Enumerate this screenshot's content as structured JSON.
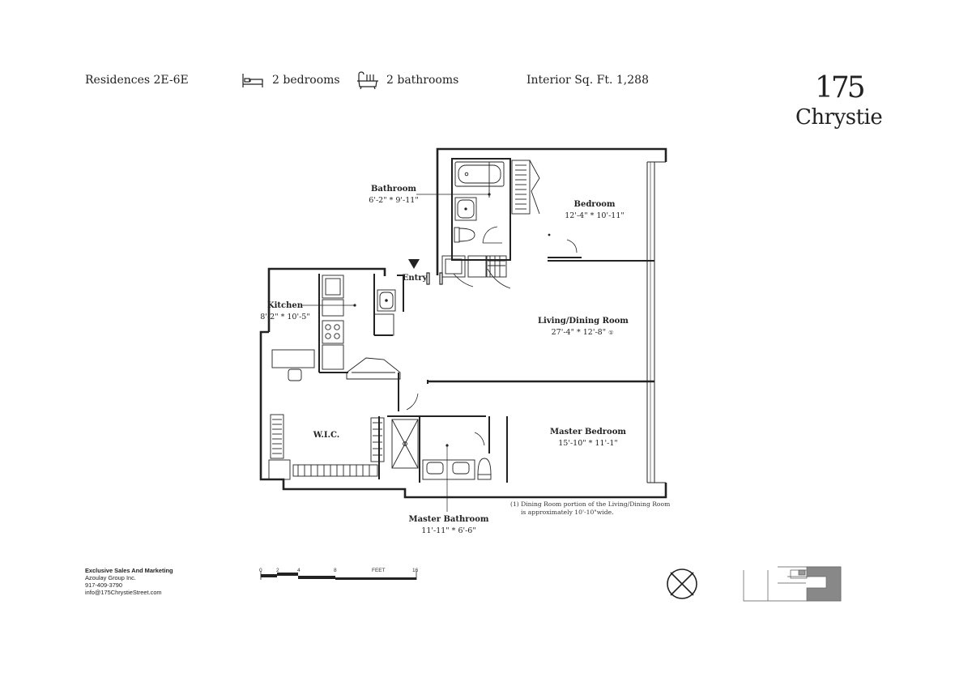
{
  "header": {
    "residences": "Residences 2E-6E",
    "bedrooms": "2 bedrooms",
    "bathrooms": "2 bathrooms",
    "interior": "Interior Sq. Ft.  1,288",
    "bed_icon": "bed-icon",
    "bath_icon": "bathtub-icon"
  },
  "logo": {
    "number": "175",
    "name": "Chrystie"
  },
  "rooms": {
    "bathroom": {
      "name": "Bathroom",
      "dims": "6'-2\" * 9'-11\""
    },
    "bedroom": {
      "name": "Bedroom",
      "dims": "12'-4\" * 10'-11\""
    },
    "entry": {
      "name": "Entry"
    },
    "kitchen": {
      "name": "Kitchen",
      "dims": "8'-2\" * 10'-5\""
    },
    "living": {
      "name": "Living/Dining Room",
      "dims": "27'-4\" * 12'-8\"",
      "mark": "①"
    },
    "wic": {
      "name": "W.I.C."
    },
    "master_bedroom": {
      "name": "Master Bedroom",
      "dims": "15'-10\" * 11'-1\""
    },
    "master_bathroom": {
      "name": "Master Bathroom",
      "dims": "11'-11\" * 6'-6\""
    }
  },
  "footnote": {
    "line1": "(1)  Dining Room portion of the Living/Dining Room",
    "line2": "is approximately 10'-10\"wide."
  },
  "contact": {
    "title": "Exclusive Sales And Marketing",
    "company": "Azoulay Group Inc.",
    "phone": "917-409-3790",
    "email": "info@175ChrystieStreet.com"
  },
  "scale": {
    "ticks": [
      "0",
      "2",
      "4",
      "8"
    ],
    "unit": "FEET",
    "max": "16"
  },
  "compass_icon": "north-compass-icon",
  "keyplan_icon": "key-plan-icon",
  "colors": {
    "ink": "#222222",
    "keyplan_fill": "#888888"
  }
}
